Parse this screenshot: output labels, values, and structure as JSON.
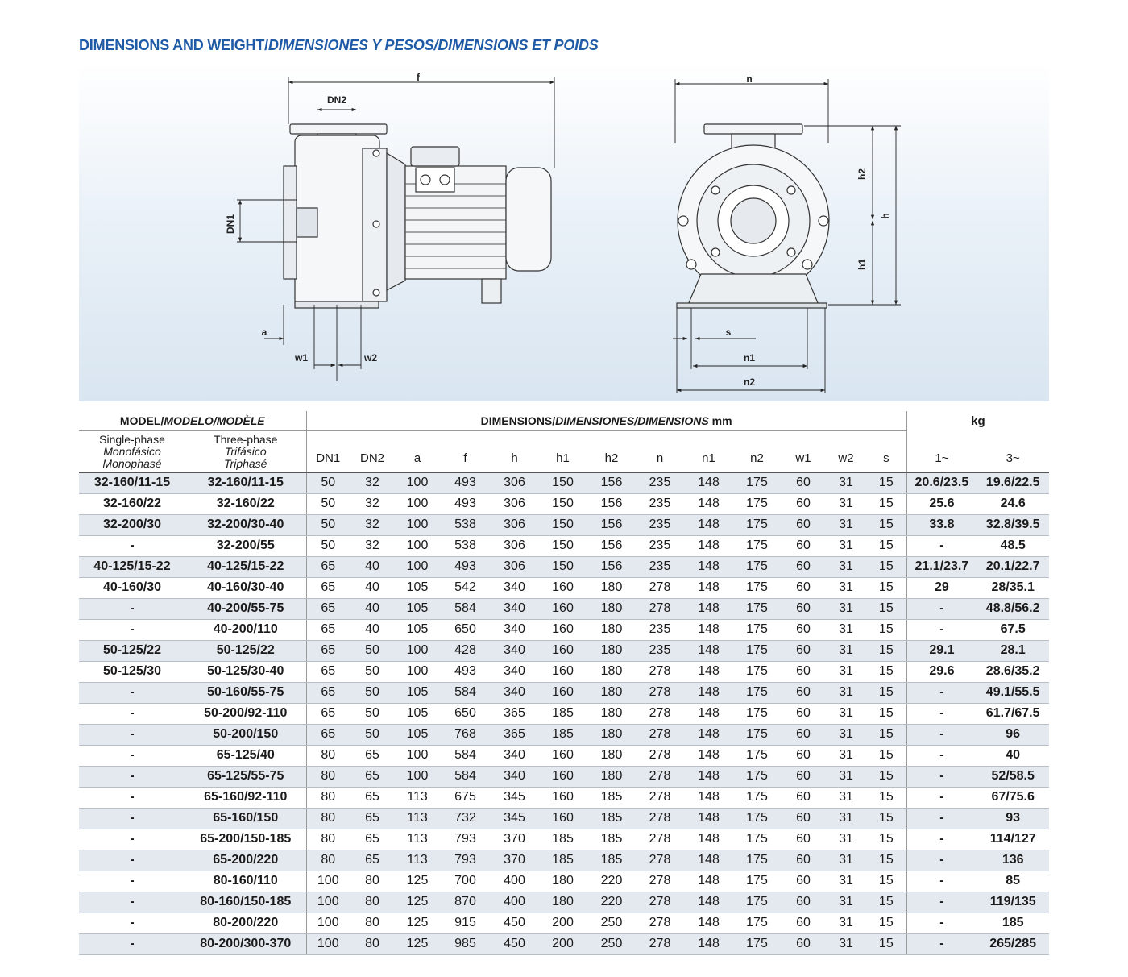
{
  "title": {
    "part1": "DIMENSIONS AND WEIGHT/",
    "part2": "DIMENSIONES Y PESOS/DIMENSIONS ET POIDS"
  },
  "drawing": {
    "labels": {
      "f": "f",
      "DN2": "DN2",
      "DN1": "DN1",
      "a": "a",
      "w1": "w1",
      "w2": "w2",
      "n": "n",
      "h2": "h2",
      "h": "h",
      "h1": "h1",
      "s": "s",
      "n1": "n1",
      "n2": "n2"
    }
  },
  "table": {
    "header": {
      "model": {
        "main": "MODEL/",
        "italic": "MODELO/MODÈLE"
      },
      "single": [
        "Single-phase",
        "Monofásico",
        "Monophasé"
      ],
      "three": [
        "Three-phase",
        "Trifásico",
        "Triphasé"
      ],
      "dimensions": {
        "main": "DIMENSIONS/",
        "italic": "DIMENSIONES/DIMENSIONS",
        "unit": " mm"
      },
      "kg": "kg",
      "columns": [
        "DN1",
        "DN2",
        "a",
        "f",
        "h",
        "h1",
        "h2",
        "n",
        "n1",
        "n2",
        "w1",
        "w2",
        "s"
      ],
      "kg_columns": [
        "1~",
        "3~"
      ]
    },
    "rows": [
      [
        "32-160/11-15",
        "32-160/11-15",
        "50",
        "32",
        "100",
        "493",
        "306",
        "150",
        "156",
        "235",
        "148",
        "175",
        "60",
        "31",
        "15",
        "20.6/23.5",
        "19.6/22.5"
      ],
      [
        "32-160/22",
        "32-160/22",
        "50",
        "32",
        "100",
        "493",
        "306",
        "150",
        "156",
        "235",
        "148",
        "175",
        "60",
        "31",
        "15",
        "25.6",
        "24.6"
      ],
      [
        "32-200/30",
        "32-200/30-40",
        "50",
        "32",
        "100",
        "538",
        "306",
        "150",
        "156",
        "235",
        "148",
        "175",
        "60",
        "31",
        "15",
        "33.8",
        "32.8/39.5"
      ],
      [
        "-",
        "32-200/55",
        "50",
        "32",
        "100",
        "538",
        "306",
        "150",
        "156",
        "235",
        "148",
        "175",
        "60",
        "31",
        "15",
        "-",
        "48.5"
      ],
      [
        "40-125/15-22",
        "40-125/15-22",
        "65",
        "40",
        "100",
        "493",
        "306",
        "150",
        "156",
        "235",
        "148",
        "175",
        "60",
        "31",
        "15",
        "21.1/23.7",
        "20.1/22.7"
      ],
      [
        "40-160/30",
        "40-160/30-40",
        "65",
        "40",
        "105",
        "542",
        "340",
        "160",
        "180",
        "278",
        "148",
        "175",
        "60",
        "31",
        "15",
        "29",
        "28/35.1"
      ],
      [
        "-",
        "40-200/55-75",
        "65",
        "40",
        "105",
        "584",
        "340",
        "160",
        "180",
        "278",
        "148",
        "175",
        "60",
        "31",
        "15",
        "-",
        "48.8/56.2"
      ],
      [
        "-",
        "40-200/110",
        "65",
        "40",
        "105",
        "650",
        "340",
        "160",
        "180",
        "235",
        "148",
        "175",
        "60",
        "31",
        "15",
        "-",
        "67.5"
      ],
      [
        "50-125/22",
        "50-125/22",
        "65",
        "50",
        "100",
        "428",
        "340",
        "160",
        "180",
        "235",
        "148",
        "175",
        "60",
        "31",
        "15",
        "29.1",
        "28.1"
      ],
      [
        "50-125/30",
        "50-125/30-40",
        "65",
        "50",
        "100",
        "493",
        "340",
        "160",
        "180",
        "278",
        "148",
        "175",
        "60",
        "31",
        "15",
        "29.6",
        "28.6/35.2"
      ],
      [
        "-",
        "50-160/55-75",
        "65",
        "50",
        "105",
        "584",
        "340",
        "160",
        "180",
        "278",
        "148",
        "175",
        "60",
        "31",
        "15",
        "-",
        "49.1/55.5"
      ],
      [
        "-",
        "50-200/92-110",
        "65",
        "50",
        "105",
        "650",
        "365",
        "185",
        "180",
        "278",
        "148",
        "175",
        "60",
        "31",
        "15",
        "-",
        "61.7/67.5"
      ],
      [
        "-",
        "50-200/150",
        "65",
        "50",
        "105",
        "768",
        "365",
        "185",
        "180",
        "278",
        "148",
        "175",
        "60",
        "31",
        "15",
        "-",
        "96"
      ],
      [
        "-",
        "65-125/40",
        "80",
        "65",
        "100",
        "584",
        "340",
        "160",
        "180",
        "278",
        "148",
        "175",
        "60",
        "31",
        "15",
        "-",
        "40"
      ],
      [
        "-",
        "65-125/55-75",
        "80",
        "65",
        "100",
        "584",
        "340",
        "160",
        "180",
        "278",
        "148",
        "175",
        "60",
        "31",
        "15",
        "-",
        "52/58.5"
      ],
      [
        "-",
        "65-160/92-110",
        "80",
        "65",
        "113",
        "675",
        "345",
        "160",
        "185",
        "278",
        "148",
        "175",
        "60",
        "31",
        "15",
        "-",
        "67/75.6"
      ],
      [
        "-",
        "65-160/150",
        "80",
        "65",
        "113",
        "732",
        "345",
        "160",
        "185",
        "278",
        "148",
        "175",
        "60",
        "31",
        "15",
        "-",
        "93"
      ],
      [
        "-",
        "65-200/150-185",
        "80",
        "65",
        "113",
        "793",
        "370",
        "185",
        "185",
        "278",
        "148",
        "175",
        "60",
        "31",
        "15",
        "-",
        "114/127"
      ],
      [
        "-",
        "65-200/220",
        "80",
        "65",
        "113",
        "793",
        "370",
        "185",
        "185",
        "278",
        "148",
        "175",
        "60",
        "31",
        "15",
        "-",
        "136"
      ],
      [
        "-",
        "80-160/110",
        "100",
        "80",
        "125",
        "700",
        "400",
        "180",
        "220",
        "278",
        "148",
        "175",
        "60",
        "31",
        "15",
        "-",
        "85"
      ],
      [
        "-",
        "80-160/150-185",
        "100",
        "80",
        "125",
        "870",
        "400",
        "180",
        "220",
        "278",
        "148",
        "175",
        "60",
        "31",
        "15",
        "-",
        "119/135"
      ],
      [
        "-",
        "80-200/220",
        "100",
        "80",
        "125",
        "915",
        "450",
        "200",
        "250",
        "278",
        "148",
        "175",
        "60",
        "31",
        "15",
        "-",
        "185"
      ],
      [
        "-",
        "80-200/300-370",
        "100",
        "80",
        "125",
        "985",
        "450",
        "200",
        "250",
        "278",
        "148",
        "175",
        "60",
        "31",
        "15",
        "-",
        "265/285"
      ]
    ]
  }
}
